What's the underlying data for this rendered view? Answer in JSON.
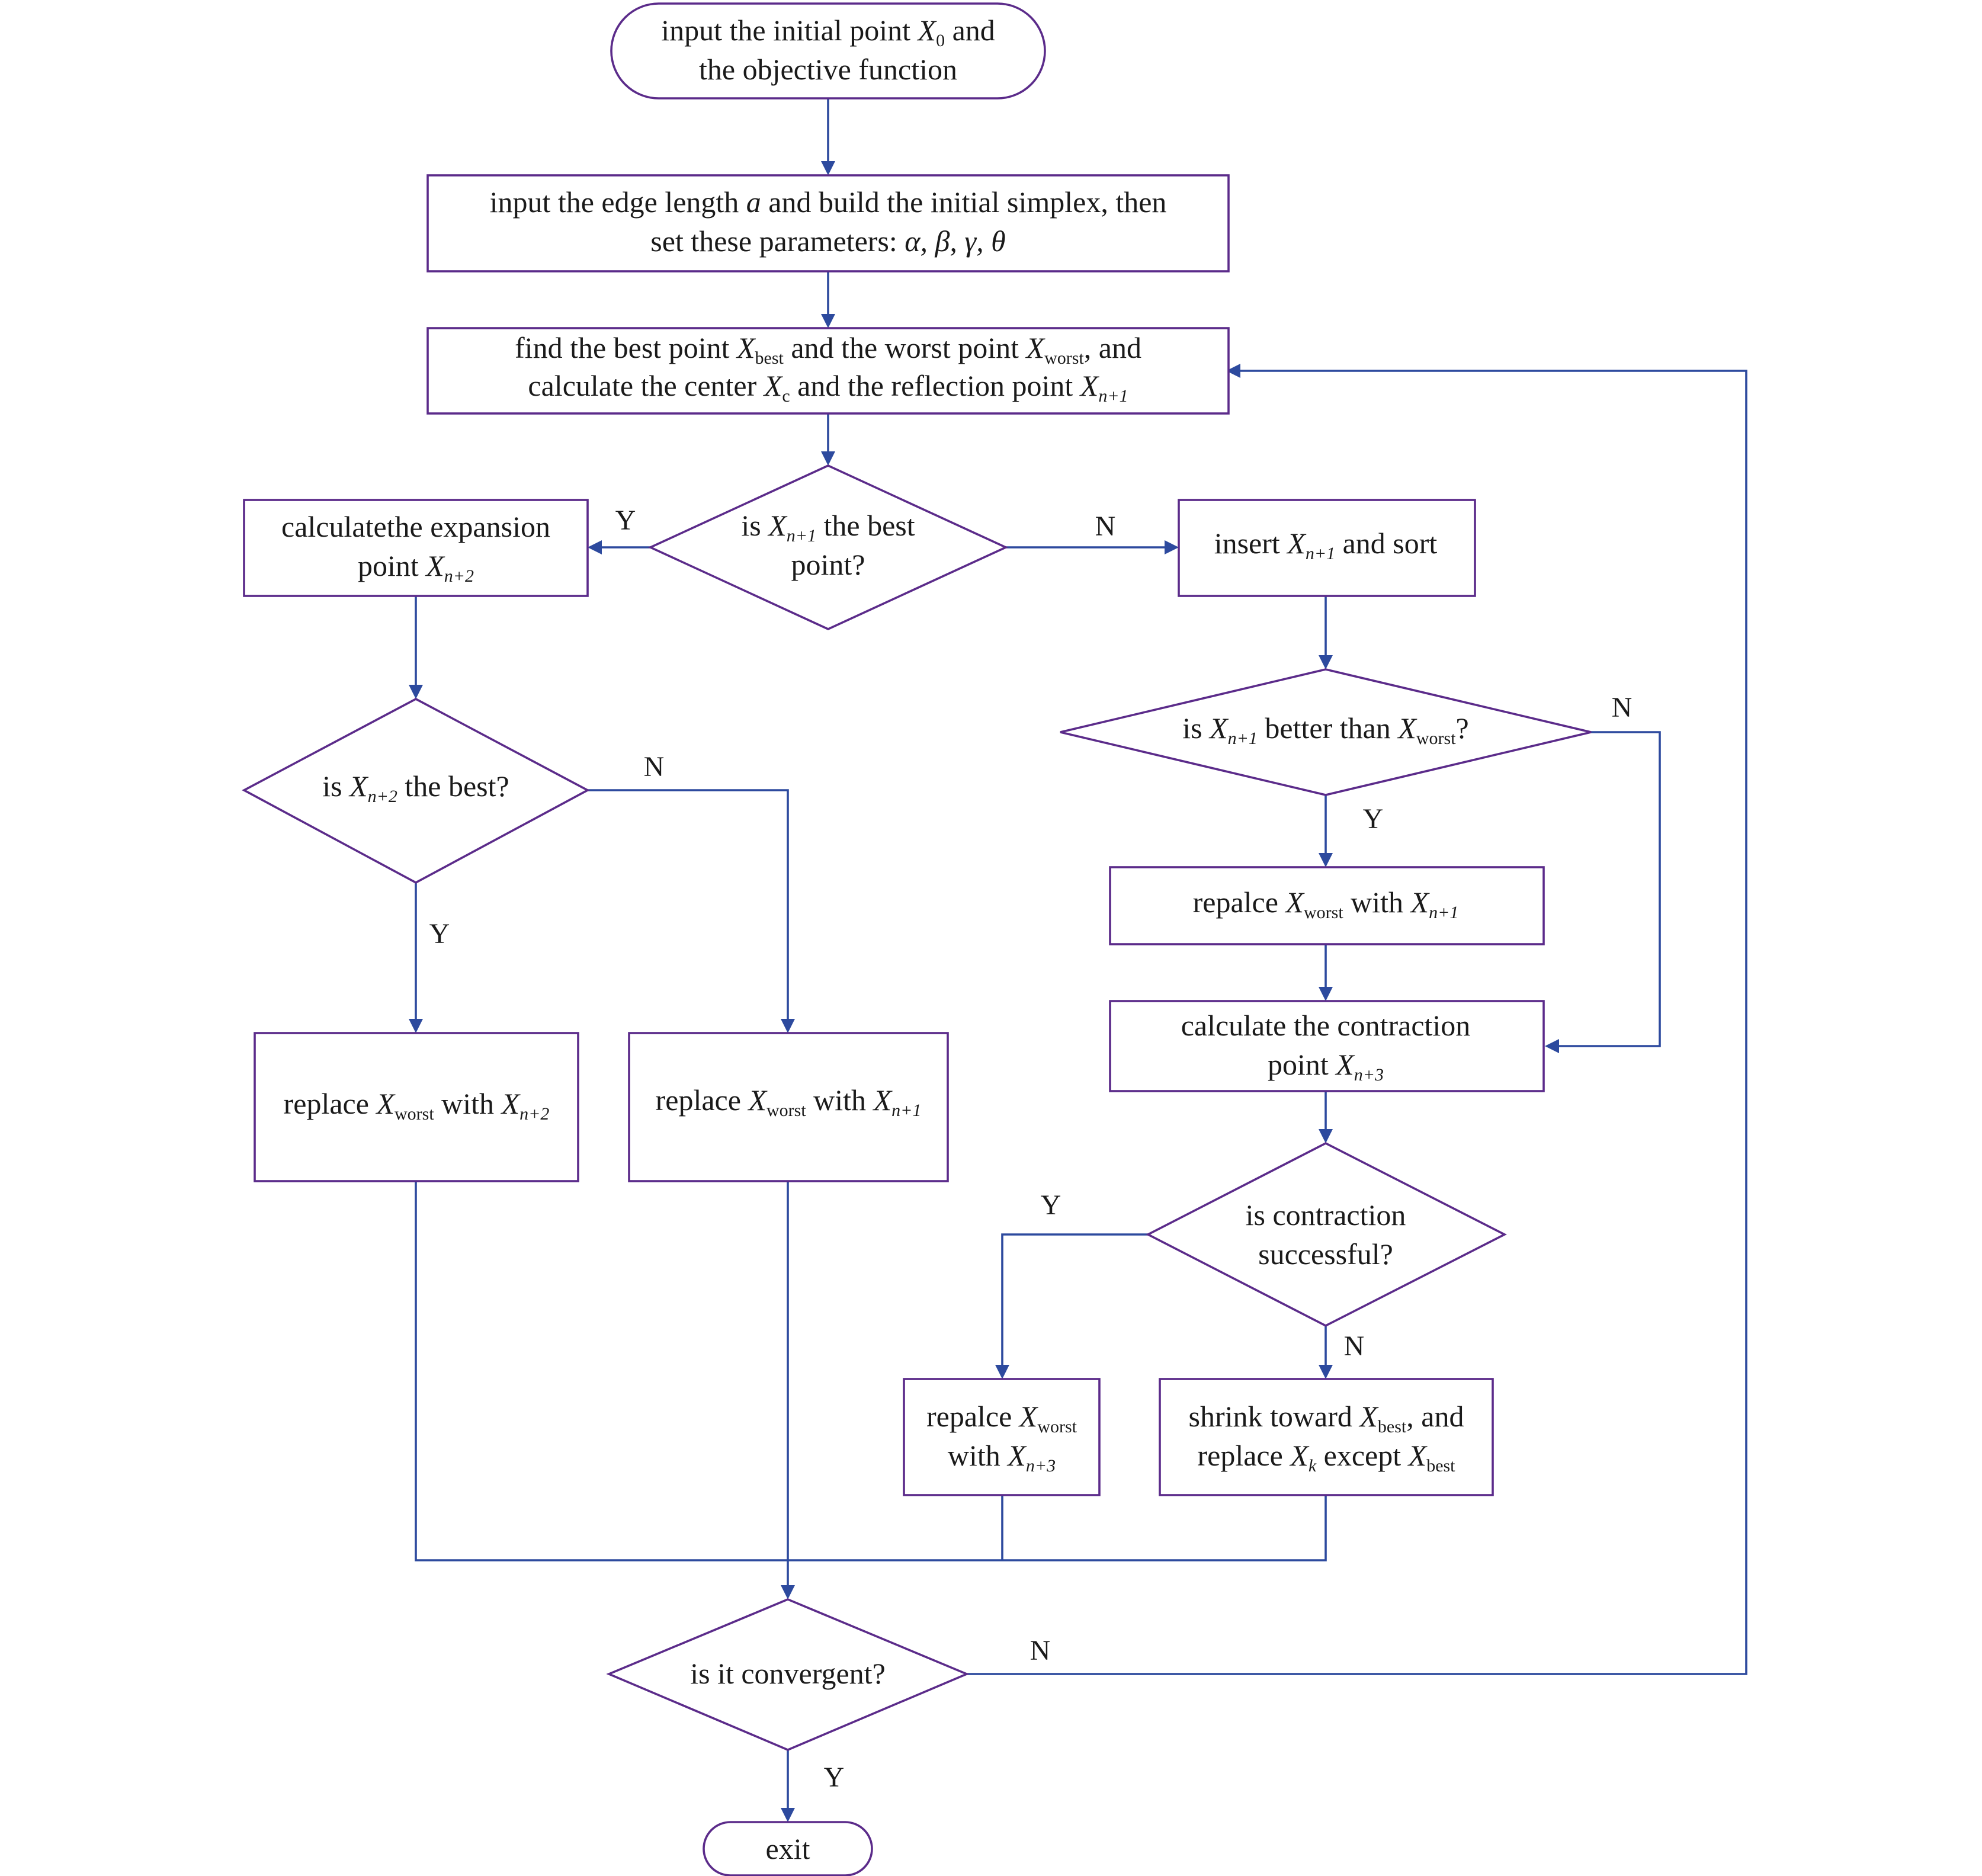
{
  "nodes": {
    "start": {
      "l1a": "input the initial point ",
      "l1v": "X",
      "l1s": "0",
      "l1b": " and",
      "l2": "the objective function"
    },
    "build": {
      "l1a": "input the edge length ",
      "l1v": "a",
      "l1b": " and build the initial simplex, then",
      "l2a": "set these parameters: ",
      "l2v": "α, β, γ, θ"
    },
    "find": {
      "l1a": "find the best point ",
      "l1v1": "X",
      "l1s1": "best",
      "l1b": " and the worst point ",
      "l1v2": "X",
      "l1s2": "worst",
      "l1c": ", and",
      "l2a": "calculate the center ",
      "l2v1": "X",
      "l2s1": "c",
      "l2b": " and the reflection point ",
      "l2v2": "X",
      "l2s2": "n+1"
    },
    "dec_best": {
      "l1a": "is ",
      "l1v": "X",
      "l1s": "n+1",
      "l1b": " the best",
      "l2": "point?"
    },
    "expansion": {
      "l1": "calculatethe expansion",
      "l2a": "point ",
      "l2v": "X",
      "l2s": "n+2"
    },
    "insert": {
      "a": "insert ",
      "v": "X",
      "s": "n+1",
      "b": " and sort"
    },
    "dec_better": {
      "a": "is ",
      "v1": "X",
      "s1": "n+1",
      "b": " better than ",
      "v2": "X",
      "s2": "worst",
      "c": "?"
    },
    "dec_exp_best": {
      "a": "is ",
      "v": "X",
      "s": "n+2",
      "b": " the best?"
    },
    "replace_n1_right": {
      "a": "repalce  ",
      "v1": "X",
      "s1": "worst",
      "b": " with ",
      "v2": "X",
      "s2": "n+1"
    },
    "contraction": {
      "l1": "calculate the contraction",
      "l2a": "point ",
      "l2v": "X",
      "l2s": "n+3"
    },
    "replace_n2": {
      "a": "replace ",
      "v1": "X",
      "s1": "worst",
      "b": " with ",
      "v2": "X",
      "s2": "n+2"
    },
    "replace_n1_left": {
      "a": "replace ",
      "v1": "X",
      "s1": "worst",
      "b": " with ",
      "v2": "X",
      "s2": "n+1"
    },
    "dec_contraction": {
      "l1": "is contraction",
      "l2": "successful?"
    },
    "replace_n3": {
      "l1a": "repalce  ",
      "l1v": "X",
      "l1s": "worst",
      "l2a": "with ",
      "l2v": "X",
      "l2s": "n+3"
    },
    "shrink": {
      "l1a": "shrink toward ",
      "l1v": "X",
      "l1s": "best",
      "l1b": ", and",
      "l2a": "replace ",
      "l2v1": "X",
      "l2s1": "k",
      "l2b": " except ",
      "l2v2": "X",
      "l2s2": "best"
    },
    "dec_converge": {
      "text": "is it convergent?"
    },
    "exit": {
      "text": "exit"
    }
  },
  "edge_labels": {
    "best_yes": "Y",
    "best_no": "N",
    "better_no": "N",
    "better_yes": "Y",
    "exp_best_no": "N",
    "exp_best_yes": "Y",
    "contraction_yes": "Y",
    "contraction_no": "N",
    "converge_no": "N",
    "converge_yes": "Y"
  },
  "colors": {
    "shape_stroke": "#5b2b8a",
    "connector": "#2d4a9e",
    "text": "#1a1a1a"
  }
}
